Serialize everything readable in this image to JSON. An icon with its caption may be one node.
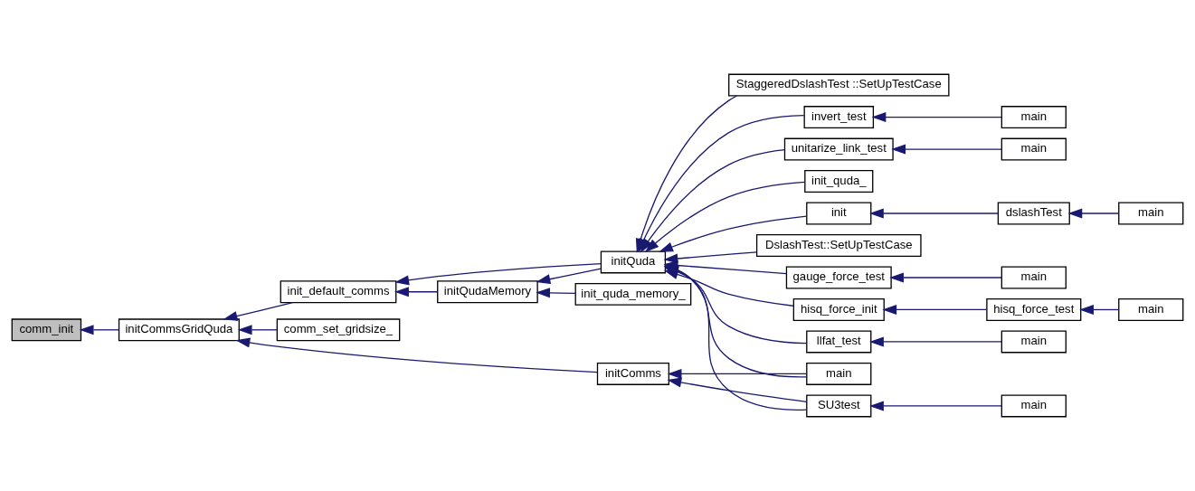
{
  "diagram": {
    "nodes": [
      {
        "text": [
          "comm_init"
        ]
      },
      {
        "text": [
          "initCommsGridQuda"
        ]
      },
      {
        "text": [
          "init_default_comms"
        ]
      },
      {
        "text": [
          "comm_set_gridsize_"
        ]
      },
      {
        "text": [
          "initQudaMemory"
        ]
      },
      {
        "text": [
          "initQuda"
        ]
      },
      {
        "text": [
          "initComms"
        ]
      },
      {
        "text": [
          "init_quda_memory_"
        ]
      },
      {
        "text": [
          "gauge_force_test"
        ]
      },
      {
        "text": [
          "hisq_force_init"
        ]
      },
      {
        "text": [
          "llfat_test"
        ]
      },
      {
        "text": [
          "StaggeredDslashTest ::SetUpTestCase"
        ]
      },
      {
        "text": [
          "invert_test"
        ]
      },
      {
        "text": [
          "unitarize_link_test"
        ]
      },
      {
        "text": [
          "init_quda_"
        ]
      },
      {
        "text": [
          "init"
        ]
      },
      {
        "text": [
          "DslashTest::SetUpTestCase"
        ]
      },
      {
        "text": [
          "SU3test"
        ]
      },
      {
        "text": [
          "main"
        ]
      },
      {
        "text": [
          "main"
        ]
      },
      {
        "text": [
          "hisq_force_test"
        ]
      },
      {
        "text": [
          "main"
        ]
      },
      {
        "text": [
          "main"
        ]
      },
      {
        "text": [
          "main"
        ]
      },
      {
        "text": [
          "main"
        ]
      },
      {
        "text": [
          "dslashTest"
        ]
      },
      {
        "text": [
          "main"
        ]
      },
      {
        "text": [
          "main"
        ]
      }
    ],
    "edges": [
      {
        "from": 1,
        "to": 0,
        "arrow": "to"
      },
      {
        "from": 2,
        "to": 1,
        "arrow": "to"
      },
      {
        "from": 3,
        "to": 1,
        "arrow": "to"
      },
      {
        "from": 6,
        "to": 1,
        "arrow": "to"
      },
      {
        "from": 4,
        "to": 2,
        "arrow": "to"
      },
      {
        "from": 5,
        "to": 2,
        "arrow": "to"
      },
      {
        "from": 7,
        "to": 4,
        "arrow": "to"
      },
      {
        "from": 5,
        "to": 4,
        "arrow": "to"
      },
      {
        "from": 8,
        "to": 5,
        "arrow": "to"
      },
      {
        "from": 9,
        "to": 5,
        "arrow": "to"
      },
      {
        "from": 10,
        "to": 5,
        "arrow": "to"
      },
      {
        "from": 11,
        "to": 5,
        "arrow": "to"
      },
      {
        "from": 12,
        "to": 5,
        "arrow": "to"
      },
      {
        "from": 13,
        "to": 5,
        "arrow": "to"
      },
      {
        "from": 14,
        "to": 5,
        "arrow": "to"
      },
      {
        "from": 15,
        "to": 5,
        "arrow": "to"
      },
      {
        "from": 16,
        "to": 5,
        "arrow": "to"
      },
      {
        "from": 17,
        "to": 5,
        "arrow": "to"
      },
      {
        "from": 18,
        "to": 5,
        "arrow": "to"
      },
      {
        "from": 17,
        "to": 6,
        "arrow": "to"
      },
      {
        "from": 18,
        "to": 6,
        "arrow": "to"
      },
      {
        "from": 19,
        "to": 8,
        "arrow": "to"
      },
      {
        "from": 20,
        "to": 9,
        "arrow": "to"
      },
      {
        "from": 21,
        "to": 20,
        "arrow": "to"
      },
      {
        "from": 22,
        "to": 10,
        "arrow": "to"
      },
      {
        "from": 23,
        "to": 12,
        "arrow": "to"
      },
      {
        "from": 24,
        "to": 13,
        "arrow": "to"
      },
      {
        "from": 25,
        "to": 15,
        "arrow": "to"
      },
      {
        "from": 26,
        "to": 25,
        "arrow": "to"
      },
      {
        "from": 27,
        "to": 17,
        "arrow": "to"
      }
    ]
  }
}
